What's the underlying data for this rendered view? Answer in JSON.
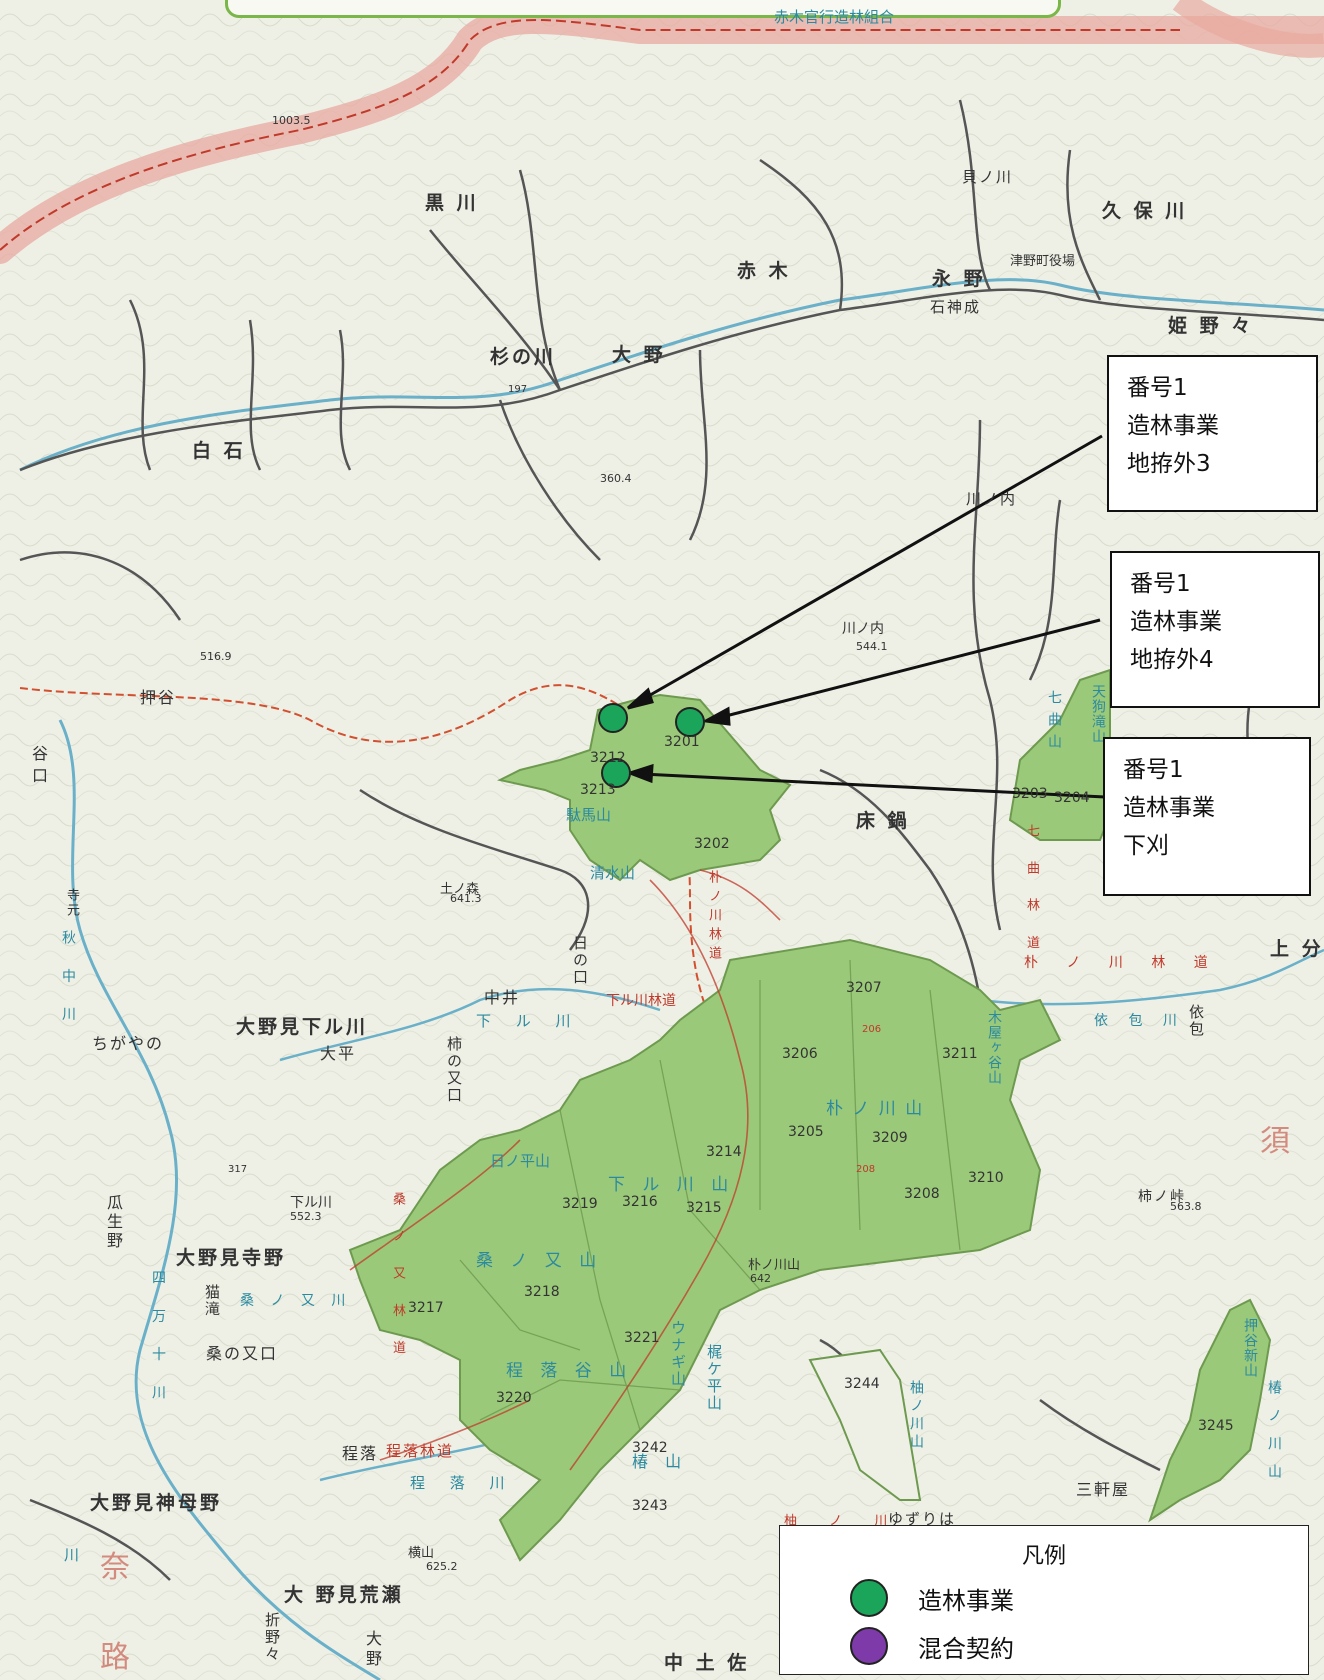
{
  "colors": {
    "background": "#eef0e6",
    "forest_fill": "#9bc97a",
    "forest_edge": "#6e9a4f",
    "road": "#555555",
    "pink_band": "#e8a9a0",
    "forest_road": "#c0392b",
    "contour": "#d8dccd",
    "marker_planting": "#1aa55a",
    "marker_mixed": "#7d3aa8"
  },
  "top_label": "赤木官行造林組合",
  "place_labels": [
    {
      "id": "kurokawa",
      "text": "黒 川"
    },
    {
      "id": "akagi",
      "text": "赤 木"
    },
    {
      "id": "nagano",
      "text": "永 野"
    },
    {
      "id": "tsuno_office",
      "text": "津野町役場"
    },
    {
      "id": "ishigami",
      "text": "石神成"
    },
    {
      "id": "kainokawa",
      "text": "貝ノ川"
    },
    {
      "id": "kubokawa",
      "text": "久 保 川"
    },
    {
      "id": "himenono",
      "text": "姫 野 々"
    },
    {
      "id": "suginokawa",
      "text": "杉の川"
    },
    {
      "id": "ono",
      "text": "大 野"
    },
    {
      "id": "shiraishi",
      "text": "白 石"
    },
    {
      "id": "kawanouchi1",
      "text": "川ノ内"
    },
    {
      "id": "kawanouchi2",
      "text": "川ノ内"
    },
    {
      "id": "oshitani",
      "text": "押谷"
    },
    {
      "id": "tani",
      "text": "谷"
    },
    {
      "id": "guchi",
      "text": "口"
    },
    {
      "id": "tokonabe",
      "text": "床 鍋"
    },
    {
      "id": "tsuchinomori",
      "text": "土ノ森"
    },
    {
      "id": "terumoto",
      "text": "寺元"
    },
    {
      "id": "nakai",
      "text": "中井"
    },
    {
      "id": "hinokuchi",
      "text": "日の口"
    },
    {
      "id": "onomi_kudarukawa",
      "text": "大野見下ル川"
    },
    {
      "id": "chigayano",
      "text": "ちがやの"
    },
    {
      "id": "ohira",
      "text": "大平"
    },
    {
      "id": "kakinomataguchi",
      "text": "柿の又口"
    },
    {
      "id": "kudarukawa",
      "text": "下ル川"
    },
    {
      "id": "urushino",
      "text": "瓜生野"
    },
    {
      "id": "onomi_terano",
      "text": "大野見寺野"
    },
    {
      "id": "nekotaki",
      "text": "猫滝"
    },
    {
      "id": "kuwanomataguchi",
      "text": "桑の又口"
    },
    {
      "id": "hodochi",
      "text": "程落"
    },
    {
      "id": "onomi_kamonono",
      "text": "大野見神母野"
    },
    {
      "id": "yokoyama",
      "text": "横山"
    },
    {
      "id": "onomi_arase",
      "text": "大 野見荒瀬"
    },
    {
      "id": "orinono",
      "text": "折野々"
    },
    {
      "id": "ono2",
      "text": "大野"
    },
    {
      "id": "naka_tosa",
      "text": "中 土 佐"
    },
    {
      "id": "yuzuriha",
      "text": "ゆずりは"
    },
    {
      "id": "sangenya",
      "text": "三軒屋"
    },
    {
      "id": "kakinotoge",
      "text": "柿ノ峠"
    },
    {
      "id": "yorikake",
      "text": "依包"
    },
    {
      "id": "kamibun",
      "text": "上 分"
    },
    {
      "id": "su",
      "text": "須"
    },
    {
      "id": "na",
      "text": "奈"
    },
    {
      "id": "ro",
      "text": "路"
    },
    {
      "id": "kawa_left",
      "text": "川"
    }
  ],
  "mountain_labels": [
    {
      "id": "dabasan",
      "text": "駄馬山"
    },
    {
      "id": "shimizuyama",
      "text": "清水山"
    },
    {
      "id": "hinohirayama",
      "text": "日ノ平山"
    },
    {
      "id": "honokawayama_peak",
      "text": "朴ノ川山"
    },
    {
      "id": "honokawayama",
      "text": "朴 ノ 川 山"
    },
    {
      "id": "kudarukawayama",
      "text": "下 ル 川 山"
    },
    {
      "id": "kuwanomatayama",
      "text": "桑 ノ 又 山"
    },
    {
      "id": "hodochidaniyama",
      "text": "程 落 谷 山"
    },
    {
      "id": "unagiyama",
      "text": "ウナギ山"
    },
    {
      "id": "kajigahirayama",
      "text": "梶ケ平山"
    },
    {
      "id": "tsubakiyama",
      "text": "椿 山"
    },
    {
      "id": "kiyazukoyama",
      "text": "木屋ヶ谷山"
    },
    {
      "id": "oshitanishinyama",
      "text": "押谷新山"
    },
    {
      "id": "tsubakinokawayama",
      "text": "椿ノ川山"
    },
    {
      "id": "yunokawayama",
      "text": "柚ノ川山"
    },
    {
      "id": "nanamagariyama",
      "text": "七曲山"
    },
    {
      "id": "tenguyama",
      "text": "天狗滝山"
    }
  ],
  "road_labels": [
    {
      "id": "kudarukawa_rindo",
      "text": "下ル川林道"
    },
    {
      "id": "honokawa_rindo",
      "text": "朴 ノ 川 林 道"
    },
    {
      "id": "hodochi_rindo",
      "text": "程落林道"
    },
    {
      "id": "kuwanomata_rindo",
      "text": "桑 ノ 又 林 道"
    },
    {
      "id": "nanamagari_rindo",
      "text": "七 曲 林 道"
    },
    {
      "id": "honokawa_rindo2",
      "text": "朴ノ川林道"
    }
  ],
  "river_labels": [
    {
      "id": "kudarukawa_river",
      "text": "下 ル 川"
    },
    {
      "id": "hodochi_river",
      "text": "程 落 川"
    },
    {
      "id": "kuwanomata_river",
      "text": "桑 ノ 又 川"
    },
    {
      "id": "shimanto",
      "text": "四 万 十 川"
    },
    {
      "id": "yorikake_river",
      "text": "依 包 川"
    },
    {
      "id": "akinaka",
      "text": "秋 中 川"
    },
    {
      "id": "yunokawa_river",
      "text": "柚 ノ 川"
    }
  ],
  "elevations": [
    "1003.5",
    "360.4",
    "516.9",
    "544.1",
    "641.3",
    "552.3",
    "642",
    "563.8",
    "625.2"
  ],
  "route_number": [
    "197",
    "317"
  ],
  "compartments": [
    "3212",
    "3201",
    "3213",
    "3202",
    "3203",
    "3204",
    "3207",
    "3206",
    "3211",
    "3205",
    "3209",
    "3214",
    "3210",
    "3208",
    "3219",
    "3216",
    "3215",
    "3218",
    "3217",
    "3221",
    "3220",
    "3242",
    "3243",
    "3244",
    "3245",
    "206",
    "208"
  ],
  "callouts": [
    {
      "id": "c1",
      "lines": [
        "番号1",
        "造林事業",
        "地拵外3"
      ]
    },
    {
      "id": "c2",
      "lines": [
        "番号1",
        "造林事業",
        "地拵外4"
      ]
    },
    {
      "id": "c3",
      "lines": [
        "番号1",
        "造林事業",
        "下刈"
      ]
    }
  ],
  "legend": {
    "title": "凡例",
    "items": [
      {
        "label": "造林事業",
        "color": "#1aa55a"
      },
      {
        "label": "混合契約",
        "color": "#7d3aa8"
      }
    ]
  }
}
